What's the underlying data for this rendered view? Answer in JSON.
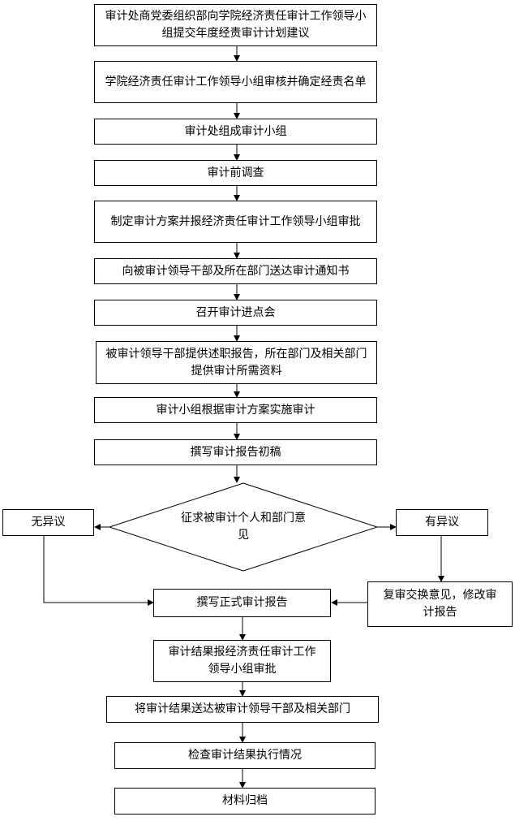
{
  "steps": {
    "s1": "审计处商党委组织部向学院经济责任审计工作领导小组提交年度经责审计计划建议",
    "s2": "学院经济责任审计工作领导小组审核并确定经责名单",
    "s3": "审计处组成审计小组",
    "s4": "审计前调查",
    "s5": "制定审计方案并报经济责任审计工作领导小组审批",
    "s6": "向被审计领导干部及所在部门送达审计通知书",
    "s7": "召开审计进点会",
    "s8": "被审计领导干部提供述职报告，所在部门及相关部门提供审计所需资料",
    "s9": "审计小组根据审计方案实施审计",
    "s10": "撰写审计报告初稿",
    "decision": "征求被审计个人和部门意见",
    "no_objection": "无异议",
    "has_objection": "有异议",
    "revise": "复审交换意见，修改审计报告",
    "s11": "撰写正式审计报告",
    "s12": "审计结果报经济责任审计工作领导小组审批",
    "s13": "将审计结果送达被审计领导干部及相关部门",
    "s14": "检查审计结果执行情况",
    "s15": "材料归档"
  }
}
